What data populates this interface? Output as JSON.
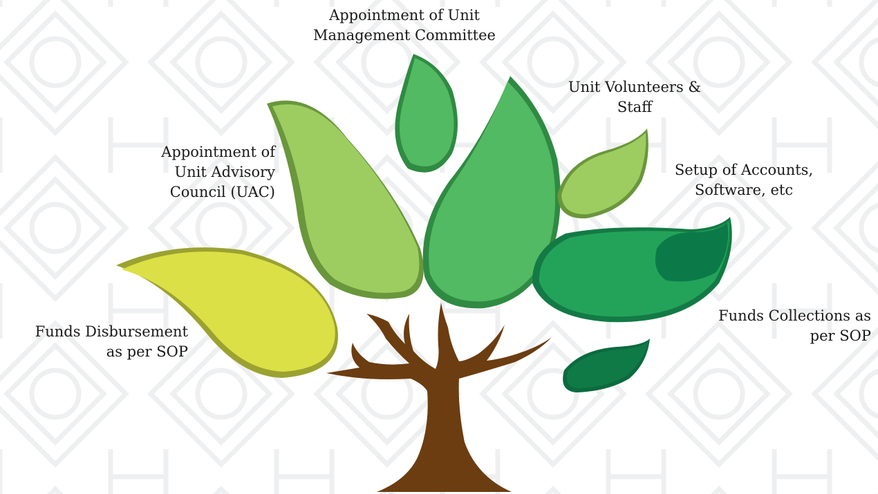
{
  "labels": {
    "management_committee": [
      "Appointment of Unit",
      "Management Committee"
    ],
    "volunteers_staff": [
      "Unit Volunteers &",
      "Staff"
    ],
    "advisory_council": [
      "Appointment of",
      "Unit Advisory",
      "Council (UAC)"
    ],
    "accounts_setup": [
      "Setup of Accounts,",
      "Software, etc"
    ],
    "funds_collections": [
      "Funds Collections as",
      "per SOP"
    ],
    "funds_disbursement": [
      "Funds Disbursement",
      "as per SOP"
    ]
  },
  "colors": {
    "leaf_yellow": "#dbe046",
    "leaf_light_green": "#9dcd60",
    "leaf_green": "#52ba62",
    "leaf_mid_green": "#23a35a",
    "leaf_dark_green": "#0b7a48",
    "trunk": "#6b3d10",
    "pattern": "#f1f2f2"
  }
}
